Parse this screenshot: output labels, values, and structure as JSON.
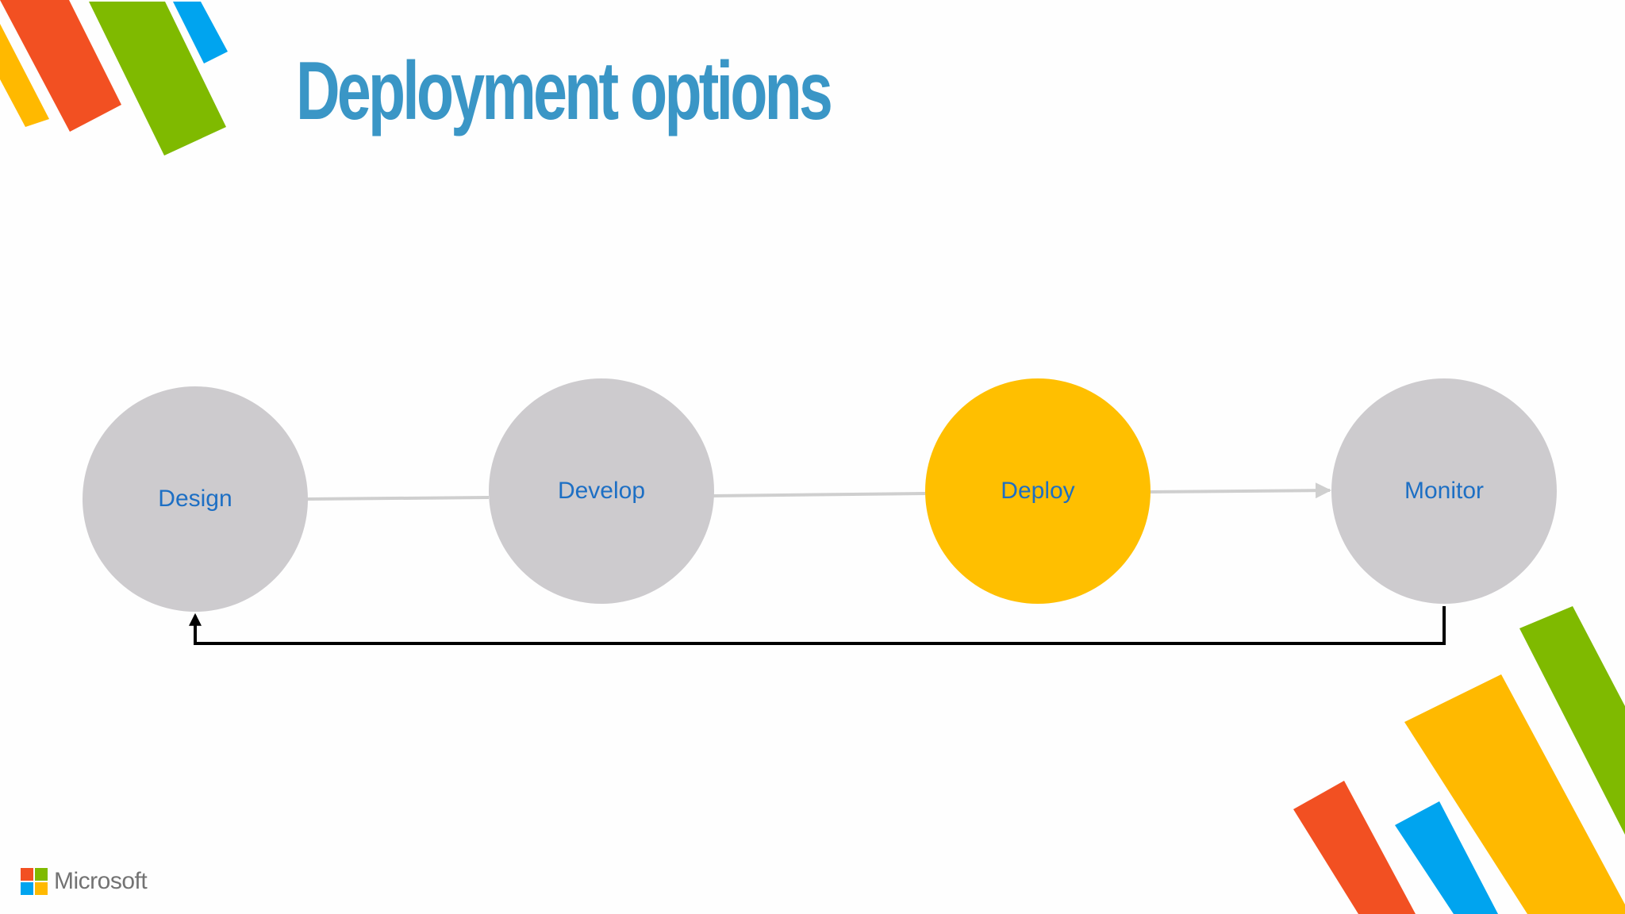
{
  "slide": {
    "title": "Deployment options"
  },
  "flow": {
    "steps": [
      {
        "id": "design",
        "label": "Design",
        "active": false
      },
      {
        "id": "develop",
        "label": "Develop",
        "active": false
      },
      {
        "id": "deploy",
        "label": "Deploy",
        "active": true
      },
      {
        "id": "monitor",
        "label": "Monitor",
        "active": false
      }
    ],
    "feedback_loop": {
      "from": "monitor",
      "to": "design"
    }
  },
  "footer": {
    "logo_text": "Microsoft",
    "logo_colors": [
      "#f25022",
      "#7fba00",
      "#00a4ef",
      "#ffb900"
    ]
  },
  "colors": {
    "title": "#3a96c6",
    "node_default": "#cdcbce",
    "node_active": "#ffbf00",
    "node_text": "#1d6fc4",
    "connector": "#cfcfcf",
    "feedback": "#000000",
    "deco_orange": "#f25022",
    "deco_green": "#7fba00",
    "deco_blue": "#00a4ef",
    "deco_yellow": "#ffb900"
  }
}
